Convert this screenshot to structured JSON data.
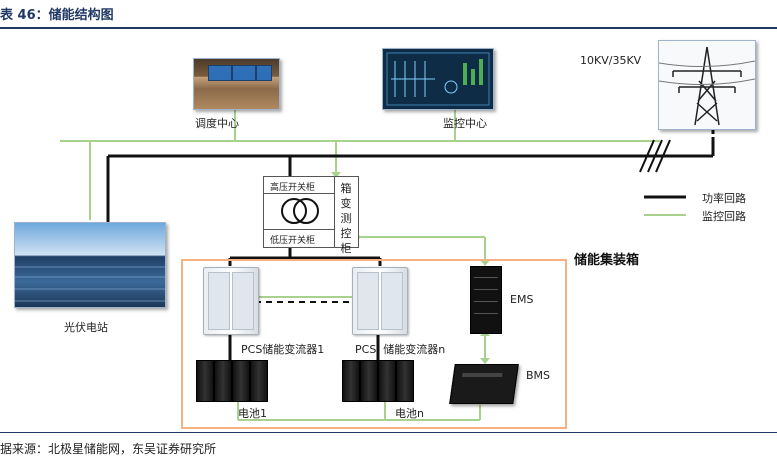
{
  "title": "表 46：储能结构图",
  "source": "据来源：北极星储能网，东吴证券研究所",
  "labels": {
    "grid_voltage": "10KV/35KV",
    "dispatch_center": "调度中心",
    "monitoring_center": "监控中心",
    "pv_station": "光伏电站",
    "hv_switchgear": "高压开关柜",
    "lv_switchgear": "低压开关柜",
    "box_transformer_control": "箱变测控柜",
    "container": "储能集装箱",
    "ems": "EMS",
    "bms": "BMS",
    "pcs1": "PCS储能变流器1",
    "pcsn": "PCS  储能变流器n",
    "battery1": "电池1",
    "batteryn": "电池n"
  },
  "legend": {
    "power_loop": "功率回路",
    "monitor_loop": "监控回路"
  },
  "colors": {
    "title_blue": "#1f3864",
    "power_line": "#111111",
    "monitor_line": "#a9d18e",
    "container_border": "#f4b183"
  }
}
